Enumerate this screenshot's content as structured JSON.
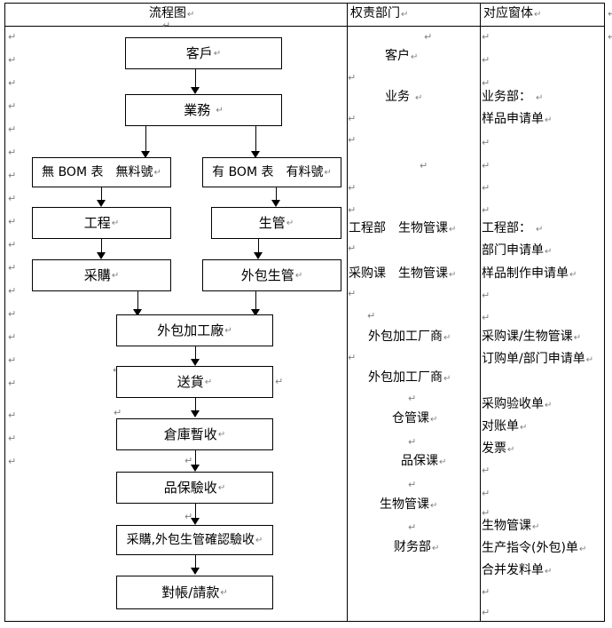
{
  "document": {
    "title": "流程圖 / 权责部门 / 对应窗体"
  },
  "table": {
    "headers": [
      {
        "id": "flow",
        "label": "流程图"
      },
      {
        "id": "dept",
        "label": "权责部门"
      },
      {
        "id": "form",
        "label": "对应窗体"
      }
    ],
    "paragraph_mark": "↵"
  },
  "flowchart": {
    "nodes": [
      {
        "id": "customer",
        "label": "客戶"
      },
      {
        "id": "sales",
        "label": "業務"
      },
      {
        "id": "no-bom",
        "label": "無 BOM 表　無料號"
      },
      {
        "id": "has-bom",
        "label": "有 BOM 表　有料號"
      },
      {
        "id": "engineering",
        "label": "工程"
      },
      {
        "id": "production",
        "label": "生管"
      },
      {
        "id": "purchasing",
        "label": "采購"
      },
      {
        "id": "outsource-pc",
        "label": "外包生管"
      },
      {
        "id": "outsource-factory",
        "label": "外包加工廠"
      },
      {
        "id": "delivery",
        "label": "送貨"
      },
      {
        "id": "warehouse",
        "label": "倉庫暫收"
      },
      {
        "id": "qa",
        "label": "品保驗收"
      },
      {
        "id": "confirm",
        "label": "采購,外包生管確認驗收"
      },
      {
        "id": "settle",
        "label": "對帳/請款"
      }
    ]
  },
  "departments": {
    "entries": [
      {
        "id": "dept-customer",
        "text": "客户"
      },
      {
        "id": "dept-sales",
        "text": "业务"
      },
      {
        "id": "dept-eng",
        "text": "工程部　生物管课"
      },
      {
        "id": "dept-purchase",
        "text": "采购课　生物管课"
      },
      {
        "id": "dept-vendor-1",
        "text": "外包加工厂商"
      },
      {
        "id": "dept-vendor-2",
        "text": "外包加工厂商"
      },
      {
        "id": "dept-warehouse",
        "text": "仓管课"
      },
      {
        "id": "dept-qa",
        "text": "品保课"
      },
      {
        "id": "dept-pmc",
        "text": "生物管课"
      },
      {
        "id": "dept-finance",
        "text": "财务部"
      }
    ]
  },
  "forms": {
    "groups": [
      {
        "id": "form-sales",
        "lines": [
          "业务部：",
          "样品申请单"
        ]
      },
      {
        "id": "form-engineering",
        "lines": [
          "工程部：",
          "部门申请单",
          "样品制作申请单"
        ]
      },
      {
        "id": "form-purchase",
        "lines": [
          "采购课/生物管课",
          "订购单/部门申请单",
          "采购验收单",
          "对账单",
          "发票"
        ]
      },
      {
        "id": "form-pmc",
        "lines": [
          "生物管课",
          "生产指令(外包)单",
          "合并发料单"
        ]
      }
    ]
  }
}
